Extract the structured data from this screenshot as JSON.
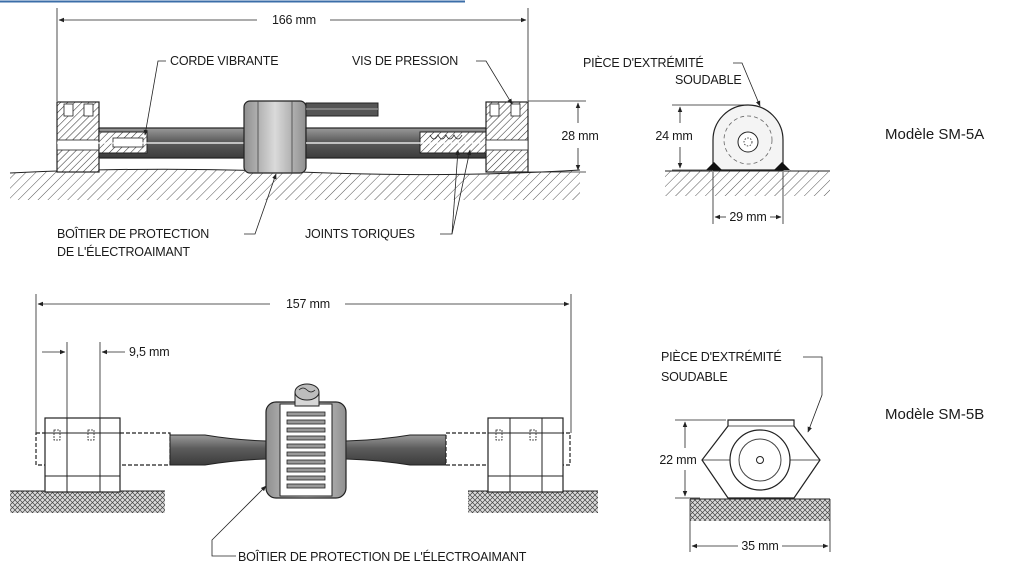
{
  "model_a": {
    "name": "Modèle SM-5A",
    "overall_length": "166 mm",
    "height_left": "28 mm",
    "height_right": "24 mm",
    "base_width": "29 mm",
    "label_vibrating_wire": "CORDE VIBRANTE",
    "label_pressure_screw": "VIS DE PRESSION",
    "label_end_block_line1": "PIÈCE D'EXTRÉMITÉ",
    "label_end_block_line2": "SOUDABLE",
    "label_housing_line1": "BOÎTIER DE PROTECTION",
    "label_housing_line2": "DE L'ÉLECTROAIMANT",
    "label_orings": "JOINTS TORIQUES"
  },
  "model_b": {
    "name": "Modèle SM-5B",
    "overall_length": "157 mm",
    "nut_offset": "9,5 mm",
    "height": "22 mm",
    "base_width": "35 mm",
    "label_end_block_line1": "PIÈCE D'EXTRÉMITÉ",
    "label_end_block_line2": "SOUDABLE",
    "label_housing": "BOÎTIER DE PROTECTION DE L'ÉLECTROAIMANT"
  },
  "colors": {
    "ink": "#222222",
    "rod": "#6e6e6e",
    "housing": "#bdbdbd",
    "ground_hatch": "#555555",
    "header_line": "#3b6ea8"
  }
}
